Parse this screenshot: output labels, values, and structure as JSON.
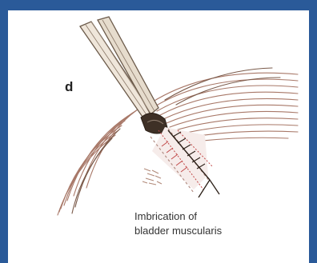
{
  "figure": {
    "panel_label": "d",
    "caption_lines": [
      "Imbrication of",
      "bladder muscularis"
    ]
  },
  "colors": {
    "border": "#2a5a99",
    "background": "#ffffff",
    "muscle_fibers": "#a87868",
    "instrument": "#6b5a4a",
    "suture": "#c24a4a"
  },
  "icons": {
    "instrument": "forceps-icon",
    "tissue": "bladder-muscle-icon",
    "suture": "suture-line-icon"
  }
}
